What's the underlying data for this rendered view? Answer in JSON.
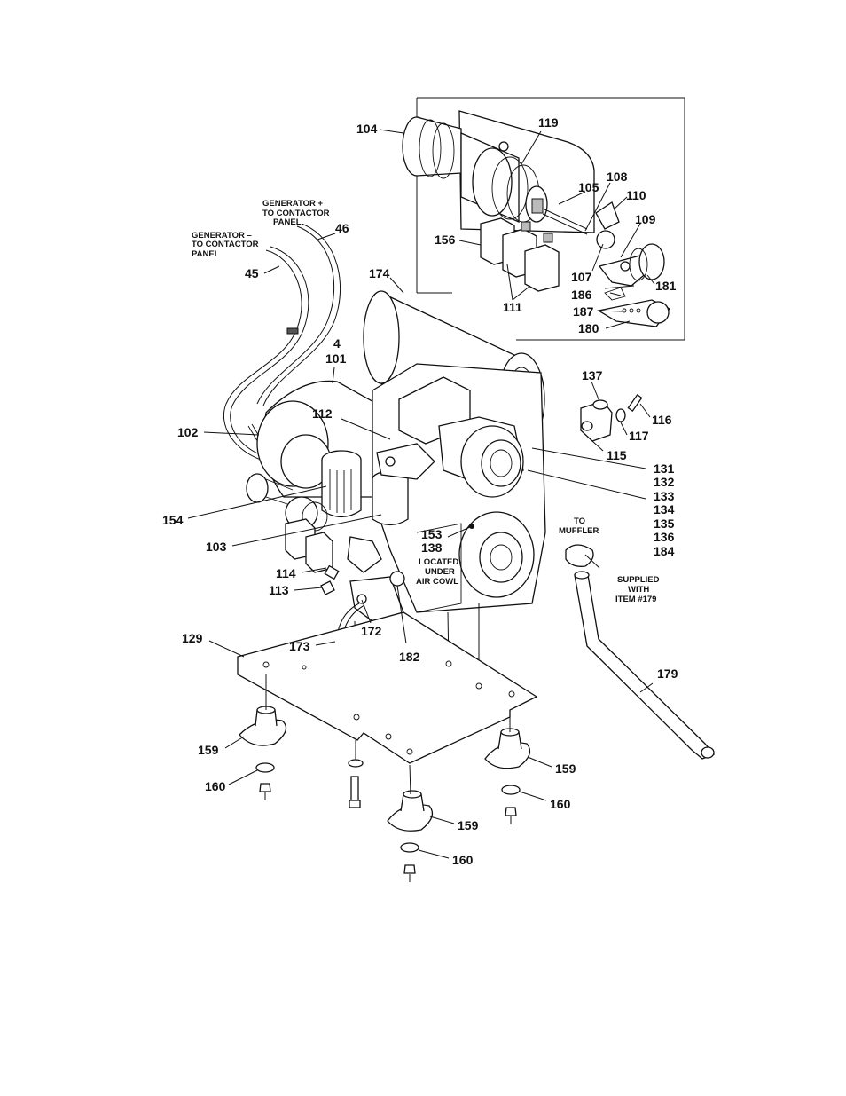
{
  "callouts": [
    {
      "id": "c104",
      "text": "104"
    },
    {
      "id": "c119",
      "text": "119"
    },
    {
      "id": "c108",
      "text": "108"
    },
    {
      "id": "c105",
      "text": "105"
    },
    {
      "id": "c110",
      "text": "110"
    },
    {
      "id": "c109",
      "text": "109"
    },
    {
      "id": "c156",
      "text": "156"
    },
    {
      "id": "c107",
      "text": "107"
    },
    {
      "id": "c181",
      "text": "181"
    },
    {
      "id": "c186",
      "text": "186"
    },
    {
      "id": "c111",
      "text": "111"
    },
    {
      "id": "c187",
      "text": "187"
    },
    {
      "id": "c180",
      "text": "180"
    },
    {
      "id": "c46",
      "text": "46"
    },
    {
      "id": "c45",
      "text": "45"
    },
    {
      "id": "c174",
      "text": "174"
    },
    {
      "id": "c4",
      "text": "4"
    },
    {
      "id": "c101",
      "text": "101"
    },
    {
      "id": "c137",
      "text": "137"
    },
    {
      "id": "c116",
      "text": "116"
    },
    {
      "id": "c117",
      "text": "117"
    },
    {
      "id": "c112",
      "text": "112"
    },
    {
      "id": "c102",
      "text": "102"
    },
    {
      "id": "c115",
      "text": "115"
    },
    {
      "id": "c131",
      "text": "131"
    },
    {
      "id": "c132",
      "text": "132"
    },
    {
      "id": "c133",
      "text": "133"
    },
    {
      "id": "c134",
      "text": "134"
    },
    {
      "id": "c135",
      "text": "135"
    },
    {
      "id": "c136",
      "text": "136"
    },
    {
      "id": "c184",
      "text": "184"
    },
    {
      "id": "c154",
      "text": "154"
    },
    {
      "id": "c103",
      "text": "103"
    },
    {
      "id": "c153",
      "text": "153"
    },
    {
      "id": "c138",
      "text": "138"
    },
    {
      "id": "c114",
      "text": "114"
    },
    {
      "id": "c113",
      "text": "113"
    },
    {
      "id": "c172",
      "text": "172"
    },
    {
      "id": "c182",
      "text": "182"
    },
    {
      "id": "c129",
      "text": "129"
    },
    {
      "id": "c173",
      "text": "173"
    },
    {
      "id": "c179",
      "text": "179"
    },
    {
      "id": "c159a",
      "text": "159"
    },
    {
      "id": "c159b",
      "text": "159"
    },
    {
      "id": "c159c",
      "text": "159"
    },
    {
      "id": "c160a",
      "text": "160"
    },
    {
      "id": "c160b",
      "text": "160"
    },
    {
      "id": "c160c",
      "text": "160"
    }
  ],
  "notes": {
    "gen_plus_1": "GENERATOR +",
    "gen_plus_2": "TO CONTACTOR",
    "gen_plus_3": "PANEL",
    "gen_minus_1": "GENERATOR –",
    "gen_minus_2": "TO CONTACTOR",
    "gen_minus_3": "PANEL",
    "located_1": "LOCATED",
    "located_2": "UNDER",
    "located_3": "AIR COWL",
    "muffler_1": "TO",
    "muffler_2": "MUFFLER",
    "supplied_1": "SUPPLIED",
    "supplied_2": "WITH",
    "supplied_3": "ITEM #179"
  }
}
